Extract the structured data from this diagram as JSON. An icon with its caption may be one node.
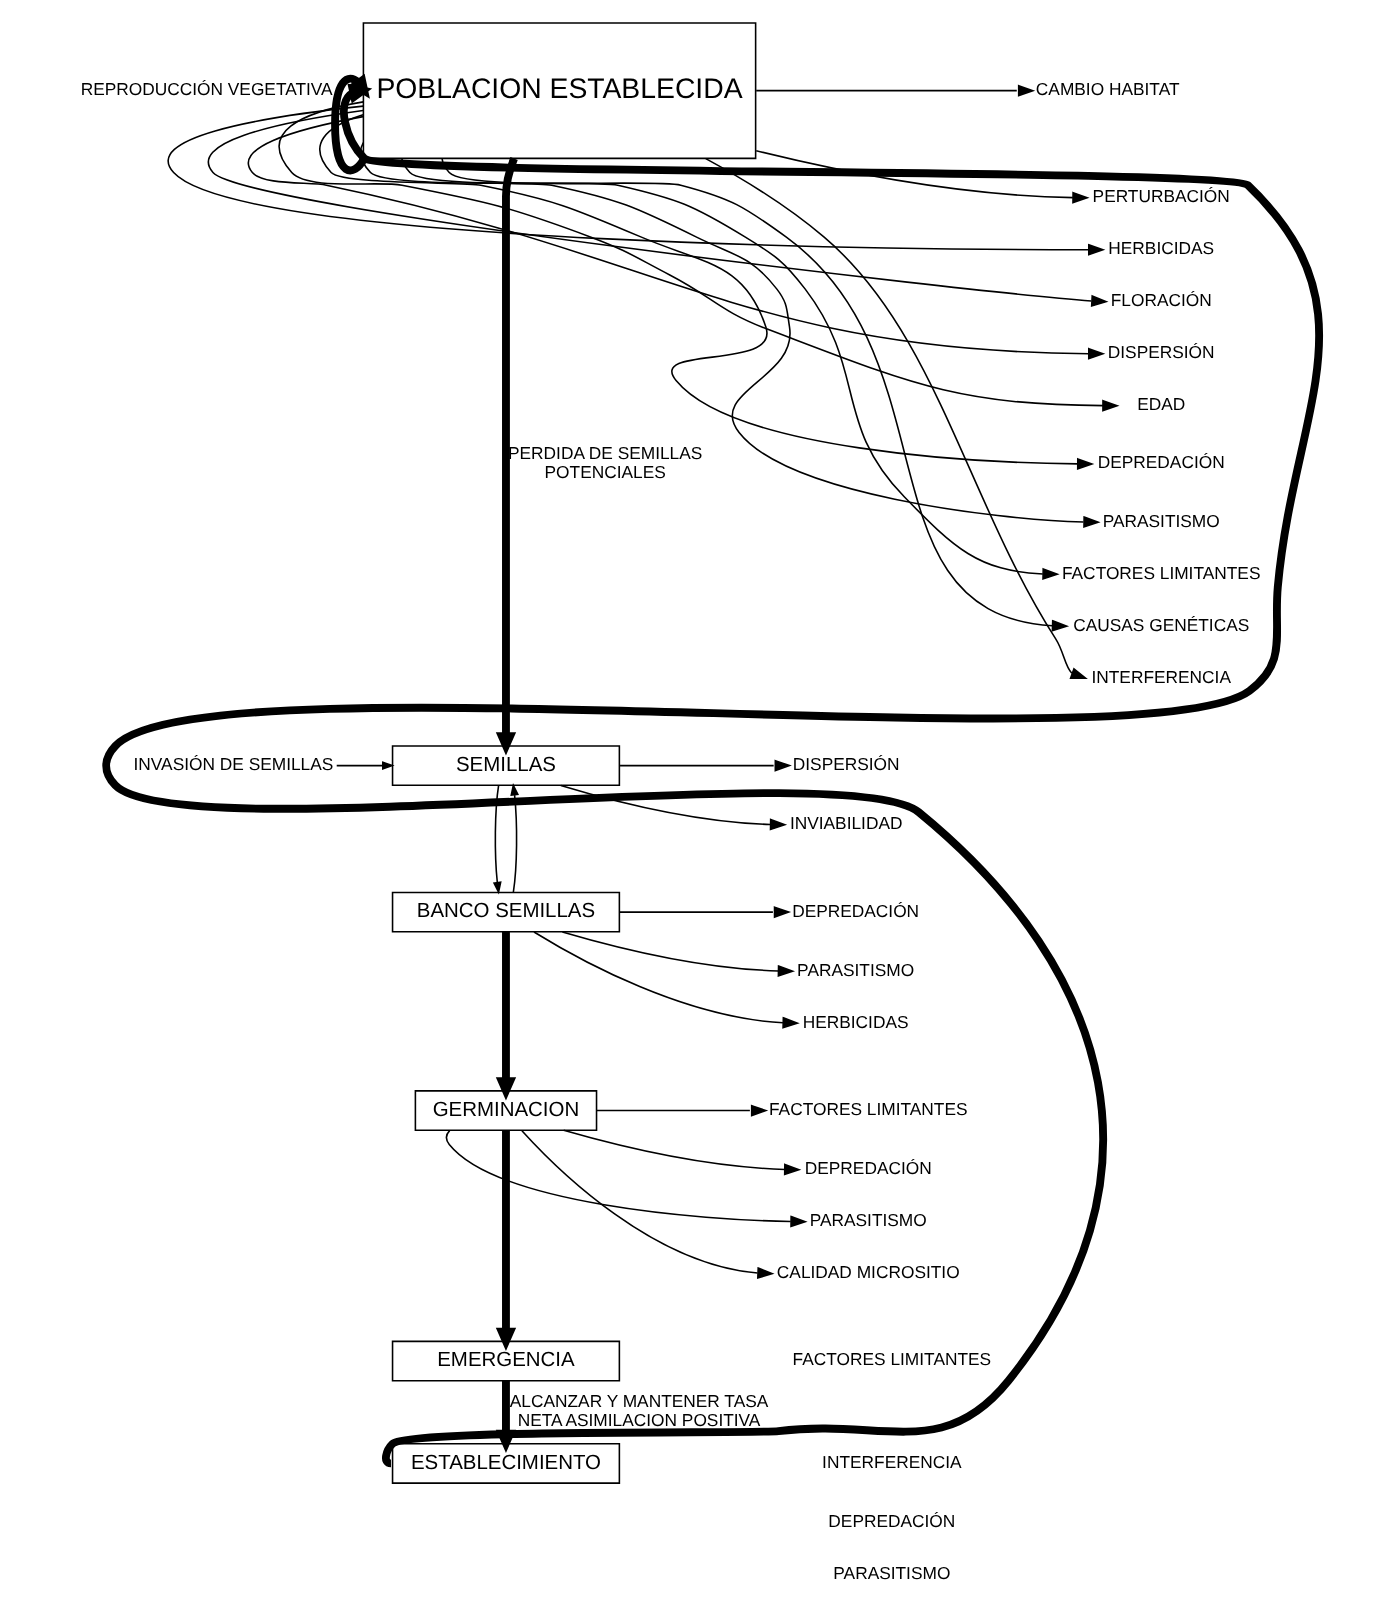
{
  "diagram": {
    "nodes": [
      {
        "text": [
          "POBLACION ESTABLECIDA"
        ]
      },
      {
        "text": [
          "CAMBIO HABITAT"
        ]
      },
      {
        "text": [
          "PERTURBACIÓN"
        ]
      },
      {
        "text": [
          "HERBICIDAS"
        ]
      },
      {
        "text": [
          "FLORACIÓN"
        ]
      },
      {
        "text": [
          "DISPERSIÓN"
        ]
      },
      {
        "text": [
          "EDAD"
        ]
      },
      {
        "text": [
          "DEPREDACIÓN"
        ]
      },
      {
        "text": [
          "PARASITISMO"
        ]
      },
      {
        "text": [
          "FACTORES LIMITANTES"
        ]
      },
      {
        "text": [
          "CAUSAS GENÉTICAS"
        ]
      },
      {
        "text": [
          "INTERFERENCIA"
        ]
      },
      {
        "text": [
          "INVASIÓN DE SEMILLAS"
        ]
      },
      {
        "text": [
          "SEMILLAS"
        ]
      },
      {
        "text": [
          "BANCO SEMILLAS"
        ]
      },
      {
        "text": [
          "DISPERSIÓN"
        ]
      },
      {
        "text": [
          "INVIABILIDAD"
        ]
      },
      {
        "text": [
          "DEPREDACIÓN"
        ]
      },
      {
        "text": [
          "PARASITISMO"
        ]
      },
      {
        "text": [
          "HERBICIDAS"
        ]
      },
      {
        "text": [
          "GERMINACION"
        ]
      },
      {
        "text": [
          "FACTORES LIMITANTES"
        ]
      },
      {
        "text": [
          "DEPREDACIÓN"
        ]
      },
      {
        "text": [
          "PARASITISMO"
        ]
      },
      {
        "text": [
          "CALIDAD MICROSITIO"
        ]
      },
      {
        "text": [
          "EMERGENCIA"
        ]
      },
      {
        "text": [
          "ESTABLECIMIENTO"
        ]
      }
    ],
    "edges": [
      {
        "from": 0,
        "to": 0,
        "arrow": "to",
        "style": "thick",
        "label": "REPRODUCCIÓN VEGETATIVA"
      },
      {
        "from": 0,
        "to": 1,
        "arrow": "to"
      },
      {
        "from": 0,
        "to": 2,
        "arrow": "to"
      },
      {
        "from": 0,
        "to": 3,
        "arrow": "to"
      },
      {
        "from": 0,
        "to": 4,
        "arrow": "to"
      },
      {
        "from": 0,
        "to": 5,
        "arrow": "to"
      },
      {
        "from": 0,
        "to": 6,
        "arrow": "to"
      },
      {
        "from": 0,
        "to": 7,
        "arrow": "to"
      },
      {
        "from": 0,
        "to": 8,
        "arrow": "to"
      },
      {
        "from": 0,
        "to": 9,
        "arrow": "to"
      },
      {
        "from": 0,
        "to": 10,
        "arrow": "to"
      },
      {
        "from": 0,
        "to": 11,
        "arrow": "to"
      },
      {
        "from": 0,
        "to": 13,
        "arrow": "to",
        "style": "thick",
        "label": "PERDIDA DE SEMILLAS POTENCIALES"
      },
      {
        "from": 12,
        "to": 13,
        "arrow": "to"
      },
      {
        "from": 13,
        "to": 14,
        "arrow": "to"
      },
      {
        "from": 14,
        "to": 13,
        "arrow": "to"
      },
      {
        "from": 13,
        "to": 15,
        "arrow": "to"
      },
      {
        "from": 13,
        "to": 16,
        "arrow": "to"
      },
      {
        "from": 14,
        "to": 17,
        "arrow": "to"
      },
      {
        "from": 14,
        "to": 18,
        "arrow": "to"
      },
      {
        "from": 14,
        "to": 19,
        "arrow": "to"
      },
      {
        "from": 14,
        "to": 20,
        "arrow": "to",
        "style": "thick"
      },
      {
        "from": 20,
        "to": 21,
        "arrow": "to"
      },
      {
        "from": 20,
        "to": 22,
        "arrow": "to"
      },
      {
        "from": 20,
        "to": 23,
        "arrow": "to"
      },
      {
        "from": 20,
        "to": 24,
        "arrow": "to"
      },
      {
        "from": 20,
        "to": 25,
        "arrow": "to",
        "style": "thick"
      },
      {
        "from": 25,
        "to": 26,
        "arrow": "to",
        "style": "thick",
        "label": "ALCANZAR Y MANTENER TASA NETA ASIMILACION POSITIVA"
      },
      {
        "from": 26,
        "to": 0,
        "arrow": "to",
        "style": "thick"
      }
    ],
    "labels": [
      "FACTORES LIMITANTES",
      "INTERFERENCIA",
      "DEPREDACIÓN",
      "PARASITISMO"
    ]
  }
}
